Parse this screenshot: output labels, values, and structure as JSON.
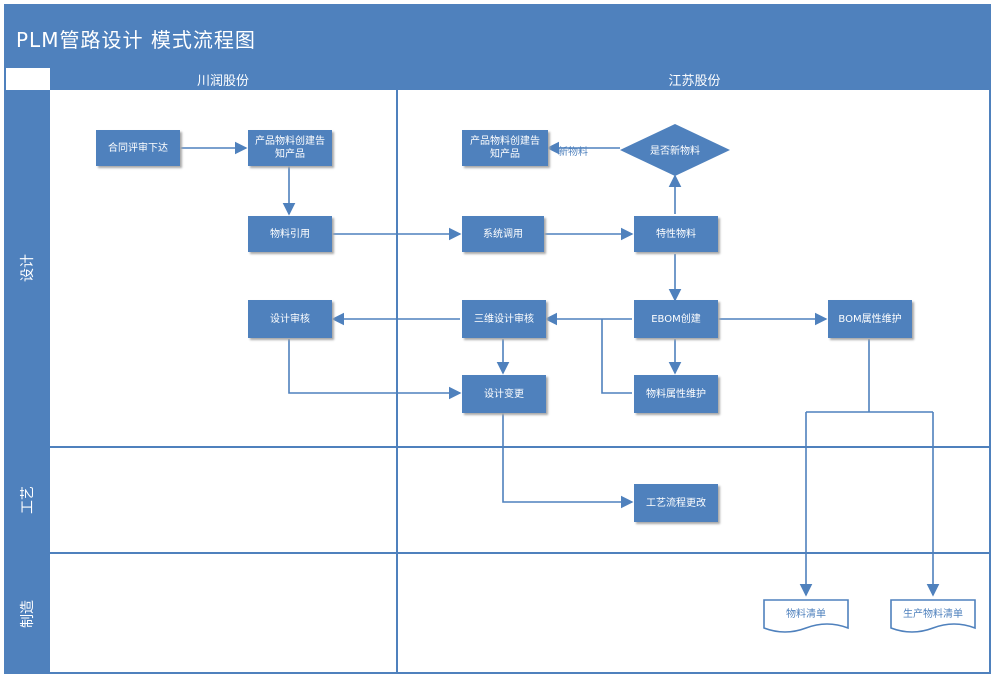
{
  "title": "PLM管路设计 模式流程图",
  "columns": [
    "川润股份",
    "江苏股份"
  ],
  "lanes": [
    "设计",
    "工艺",
    "制造"
  ],
  "nodes": {
    "n1": "合同评审下达",
    "n2": "产品物料创建告知产品",
    "n3": "物料引用",
    "n4": "系统调用",
    "n5": "特性物料",
    "n6": "三维设计审核",
    "n7": "设计审核",
    "n8": "设计变更",
    "n9": "EBOM创建",
    "n10": "BOM属性维护",
    "n11": "物料属性维护",
    "n12": "工艺流程更改",
    "n13": "是否新物料",
    "n14": "物料清单",
    "n15": "生产物料清单"
  },
  "edge_labels": {
    "new_material": "新物料"
  },
  "colors": {
    "accent": "#4f81bd",
    "background": "#ffffff"
  }
}
